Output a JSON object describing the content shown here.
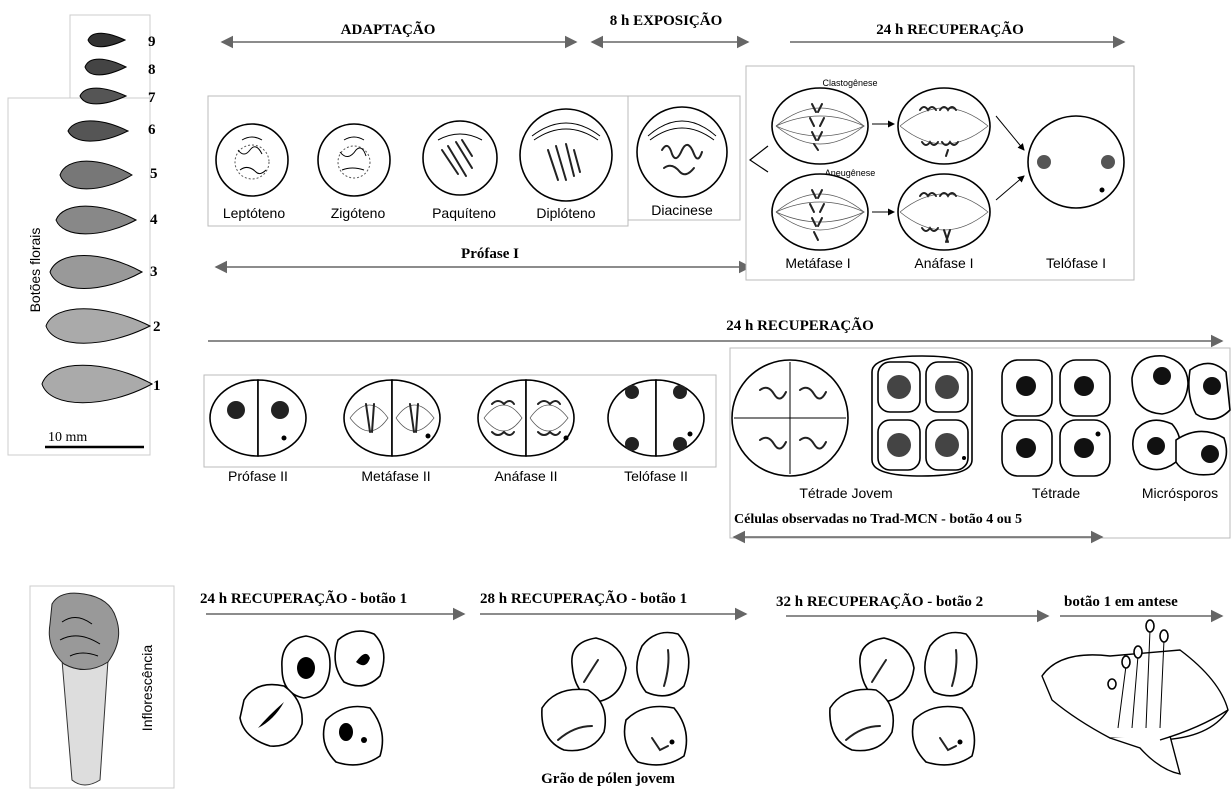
{
  "buds": {
    "axis_label": "Botões florais",
    "numbers": [
      "9",
      "8",
      "7",
      "6",
      "5",
      "4",
      "3",
      "2",
      "1"
    ],
    "scale_label": "10 mm"
  },
  "row1": {
    "adaptacao": "ADAPTAÇÃO",
    "exposicao": "8 h EXPOSIÇÃO",
    "recuperacao": "24 h RECUPERAÇÃO",
    "prophase_span": "Prófase I",
    "stages": [
      "Leptóteno",
      "Zigóteno",
      "Paquíteno",
      "Diplóteno",
      "Diacinese"
    ],
    "clastogenese": "Clastogênese",
    "aneugenese": "Aneugênese",
    "division_stages": [
      "Metáfase I",
      "Anáfase I",
      "Telófase I"
    ]
  },
  "row2": {
    "recuperacao": "24 h RECUPERAÇÃO",
    "stages": [
      "Prófase II",
      "Metáfase II",
      "Anáfase II",
      "Telófase II"
    ],
    "tetrad_stages": [
      "Tétrade Jovem",
      "Tétrade",
      "Micrósporos"
    ],
    "trad_note": "Células observadas  no Trad-MCN - botão 4 ou 5"
  },
  "row3": {
    "inflorescence_label": "Inflorescência",
    "labels": [
      "24 h RECUPERAÇÃO  - botão 1",
      "28 h RECUPERAÇÃO  - botão 1",
      "32 h RECUPERAÇÃO  - botão 2",
      "botão 1 em antese"
    ],
    "pollen_caption": "Grão de pólen jovem"
  }
}
